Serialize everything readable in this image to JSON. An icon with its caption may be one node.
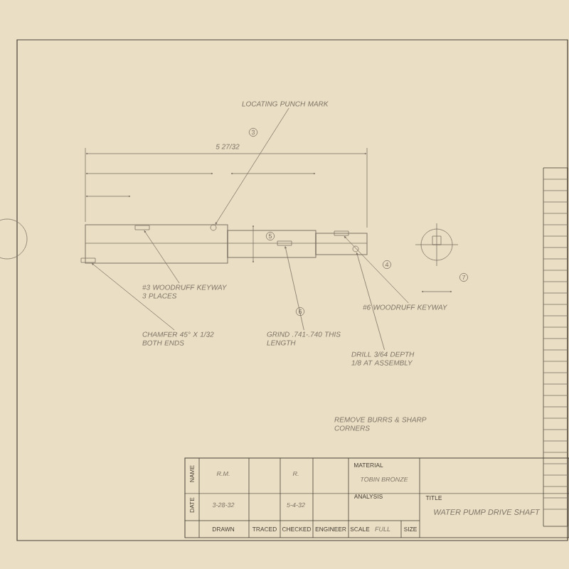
{
  "diagram": {
    "nodes": [
      {
        "text": [
          "LOCATING PUNCH MARK"
        ]
      },
      {
        "text": [],
        "shape": "circle"
      },
      {
        "text": [
          "#3 WOODRUFF KEYWAY 3 PLACES"
        ]
      },
      {
        "text": [],
        "shape": "box"
      },
      {
        "text": [
          "CHAMFER 45° X 1/32 BOTH ENDS"
        ]
      },
      {
        "text": [],
        "shape": "box"
      },
      {
        "text": [
          "GRIND .741-.740 THIS LENGTH"
        ]
      },
      {
        "text": [],
        "shape": "box"
      },
      {
        "text": [
          "#6 WOODRUFF KEYWAY"
        ]
      },
      {
        "text": [],
        "shape": "box"
      },
      {
        "text": [
          "DRILL 3/64 DEPTH 1/8 AT ASSEMBLY"
        ]
      },
      {
        "text": [],
        "shape": "circle"
      }
    ],
    "edges": [
      {
        "from": 0,
        "to": 1,
        "arrow": "to"
      },
      {
        "from": 2,
        "to": 3,
        "arrow": "to"
      },
      {
        "from": 4,
        "to": 5,
        "arrow": "to"
      },
      {
        "from": 6,
        "to": 7,
        "arrow": "to"
      },
      {
        "from": 8,
        "to": 9,
        "arrow": "to"
      },
      {
        "from": 10,
        "to": 11,
        "arrow": "to"
      }
    ],
    "labels": [
      "3",
      "5 27/32",
      "5",
      "4",
      "6",
      "7",
      "REMOVE BURRS & SHARP CORNERS",
      "NAME",
      "R.M.",
      "R.",
      "MATERIAL",
      "TOBIN BRONZE",
      "DATE",
      "3-28-32",
      "5-4-32",
      "ANALYSIS",
      "TITLE",
      "WATER PUMP DRIVE SHAFT",
      "DRAWN",
      "TRACED",
      "CHECKED",
      "ENGINEER",
      "SCALE",
      "FULL",
      "SIZE"
    ]
  }
}
